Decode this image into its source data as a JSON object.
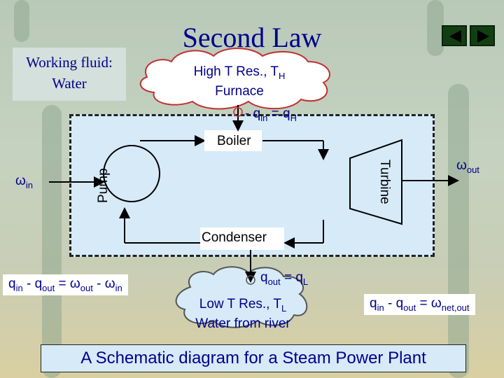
{
  "title": "Second Law",
  "working_fluid": {
    "label": "Working fluid:",
    "value": "Water"
  },
  "high_reservoir": {
    "line1_prefix": "High T Res., T",
    "line1_sub": "H",
    "line2": "Furnace"
  },
  "heat_in": {
    "q": "- q",
    "q_sub": "in",
    "equals": "=",
    "rhs": "q",
    "rhs_sub": "H"
  },
  "components": {
    "boiler": "Boiler",
    "condenser": "Condenser",
    "pump": "Pump",
    "turbine": "Turbine"
  },
  "work_in": {
    "symbol": "ω",
    "sub": "in"
  },
  "work_out": {
    "symbol": "ω",
    "sub": "out"
  },
  "heat_out": {
    "q": "q",
    "q_sub": "out",
    "equals": "=",
    "rhs": "q",
    "rhs_sub": "L"
  },
  "low_reservoir": {
    "line1_prefix": "Low T Res., T",
    "line1_sub": "L",
    "line2": "Water from river"
  },
  "balance": {
    "q_in": "q",
    "q_in_sub": "in",
    "minus": "-",
    "q_out": "q",
    "q_out_sub": "out",
    "equals": "=",
    "w_out": "ω",
    "w_out_sub": "out",
    "w_in": "ω",
    "w_in_sub": "in"
  },
  "net": {
    "q_in": "q",
    "q_in_sub": "in",
    "minus": "-",
    "q_out": "q",
    "q_out_sub": "out",
    "equals": "=",
    "w": "ω",
    "w_sub": "net,out"
  },
  "caption": "A Schematic diagram for a Steam Power Plant",
  "colors": {
    "title": "#00008b",
    "boundary_fill": "#d6eaf8",
    "cloud_outline": "#c03030"
  }
}
